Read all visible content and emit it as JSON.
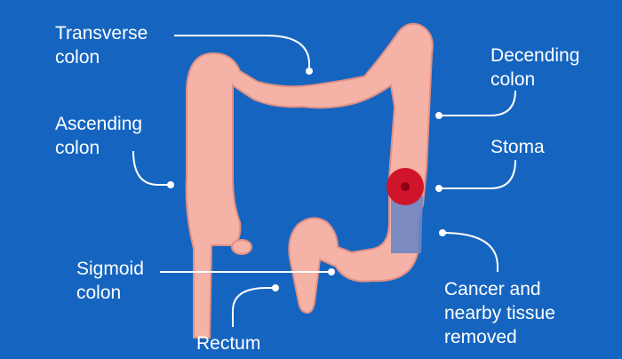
{
  "labels": {
    "transverse": {
      "line1": "Transverse",
      "line2": "colon"
    },
    "ascending": {
      "line1": "Ascending",
      "line2": "colon"
    },
    "sigmoid": {
      "line1": "Sigmoid",
      "line2": "colon"
    },
    "rectum": {
      "line1": "Rectum"
    },
    "descending": {
      "line1": "Decending",
      "line2": "colon"
    },
    "stoma": {
      "line1": "Stoma"
    },
    "cancer": {
      "line1": "Cancer and",
      "line2": "nearby tissue",
      "line3": "removed"
    }
  },
  "colors": {
    "background": "#1565c0",
    "colon": "#f4b3a6",
    "colon_shadow": "#e08f85",
    "removed_section": "#6f86c4",
    "stoma": "#d0142a",
    "leader_line": "#ffffff"
  }
}
